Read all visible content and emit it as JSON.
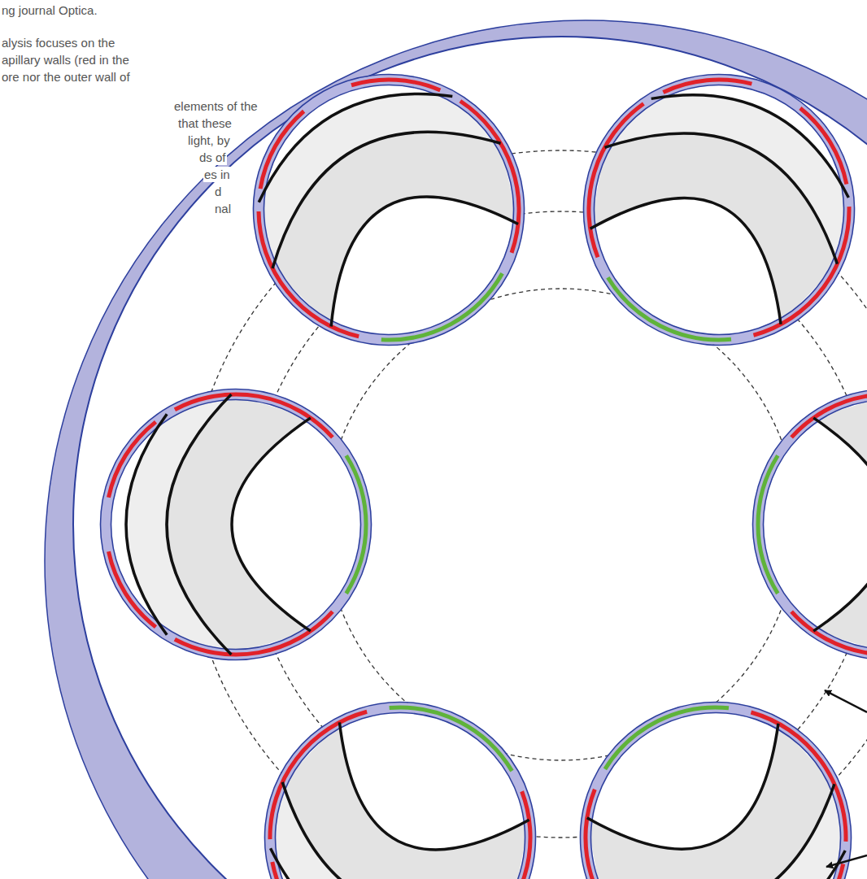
{
  "diagram": {
    "labels": [
      "ng journal Optica.",
      "alysis focuses on the",
      "apillary walls (red in the",
      "ore nor the outer wall of",
      "elements of the",
      "that these",
      "light, by",
      "ds of",
      "es in",
      "d",
      "nal"
    ]
  }
}
